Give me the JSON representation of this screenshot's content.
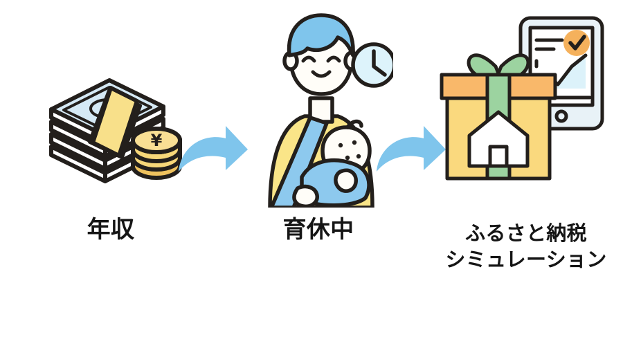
{
  "page": {
    "title": "年収 → 育休中 → ふるさと納税シミュレーション",
    "background_color": "#ffffff",
    "text_color": "#151515"
  },
  "palette": {
    "arrow_blue": "#7FC5EC",
    "outline_dark": "#231F1C",
    "bill_blue": "#D5E9F5",
    "band_yellow": "#F8E08A",
    "coin_gold": "#F7D779",
    "coin_gold_dark": "#EFC25E",
    "hair_blue": "#7FC5EC",
    "shirt_yellow": "#FAE588",
    "carrier_blue": "#8DC9EE",
    "skin": "#FFFDF8",
    "clock_fill": "#DDF3FB",
    "gift_body": "#FAD97E",
    "gift_lid": "#F9B86A",
    "ribbon_green": "#9CD3A0",
    "tablet_body": "#E8F2F7",
    "tablet_screen": "#FFFFFF",
    "check_orange": "#F5B15C",
    "chart_blue": "#DCF2FA"
  },
  "steps": [
    {
      "id": "income",
      "order": 1,
      "label": "年収",
      "icon": "money-stack-icon",
      "icon_description": "積まれた紙幣の束と円コイン",
      "parts": [
        "banknote-bundle",
        "yen-coin-stack"
      ],
      "coin_symbol": "¥"
    },
    {
      "id": "leave",
      "order": 2,
      "label": "育休中",
      "icon": "parent-with-baby-icon",
      "icon_description": "抱っこひもで赤ちゃんを抱く親と時計",
      "parts": [
        "parent-figure",
        "baby-figure",
        "baby-carrier",
        "clock"
      ]
    },
    {
      "id": "simulation",
      "order": 3,
      "label": "ふるさと納税\nシミュレーション",
      "label_line_1": "ふるさと納税",
      "label_line_2": "シミュレーション",
      "icon": "gift-and-tablet-icon",
      "icon_description": "家のマークが付いた贈答品の箱とグラフ表示のタブレット",
      "parts": [
        "gift-box",
        "house-mark",
        "tablet",
        "check-mark",
        "line-chart"
      ]
    }
  ],
  "connectors": [
    {
      "id": "arrow-1",
      "icon": "curved-arrow-right-icon",
      "from": "income",
      "to": "leave"
    },
    {
      "id": "arrow-2",
      "icon": "curved-arrow-right-icon",
      "from": "leave",
      "to": "simulation"
    }
  ]
}
